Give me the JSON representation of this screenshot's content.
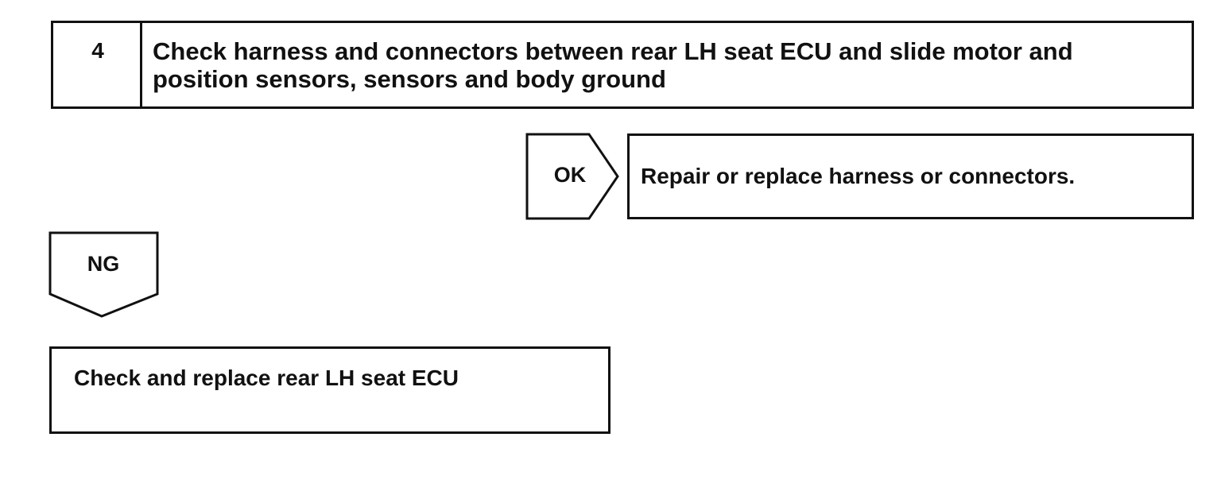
{
  "step": {
    "number": "4",
    "title": "Check harness and connectors between rear LH seat ECU and slide motor and position sensors, sensors and body ground"
  },
  "branches": {
    "ok": {
      "label": "OK",
      "result": "Repair or replace harness or connectors."
    },
    "ng": {
      "label": "NG",
      "result": "Check and replace rear LH seat ECU"
    }
  },
  "colors": {
    "line": "#111111",
    "background": "#ffffff"
  }
}
